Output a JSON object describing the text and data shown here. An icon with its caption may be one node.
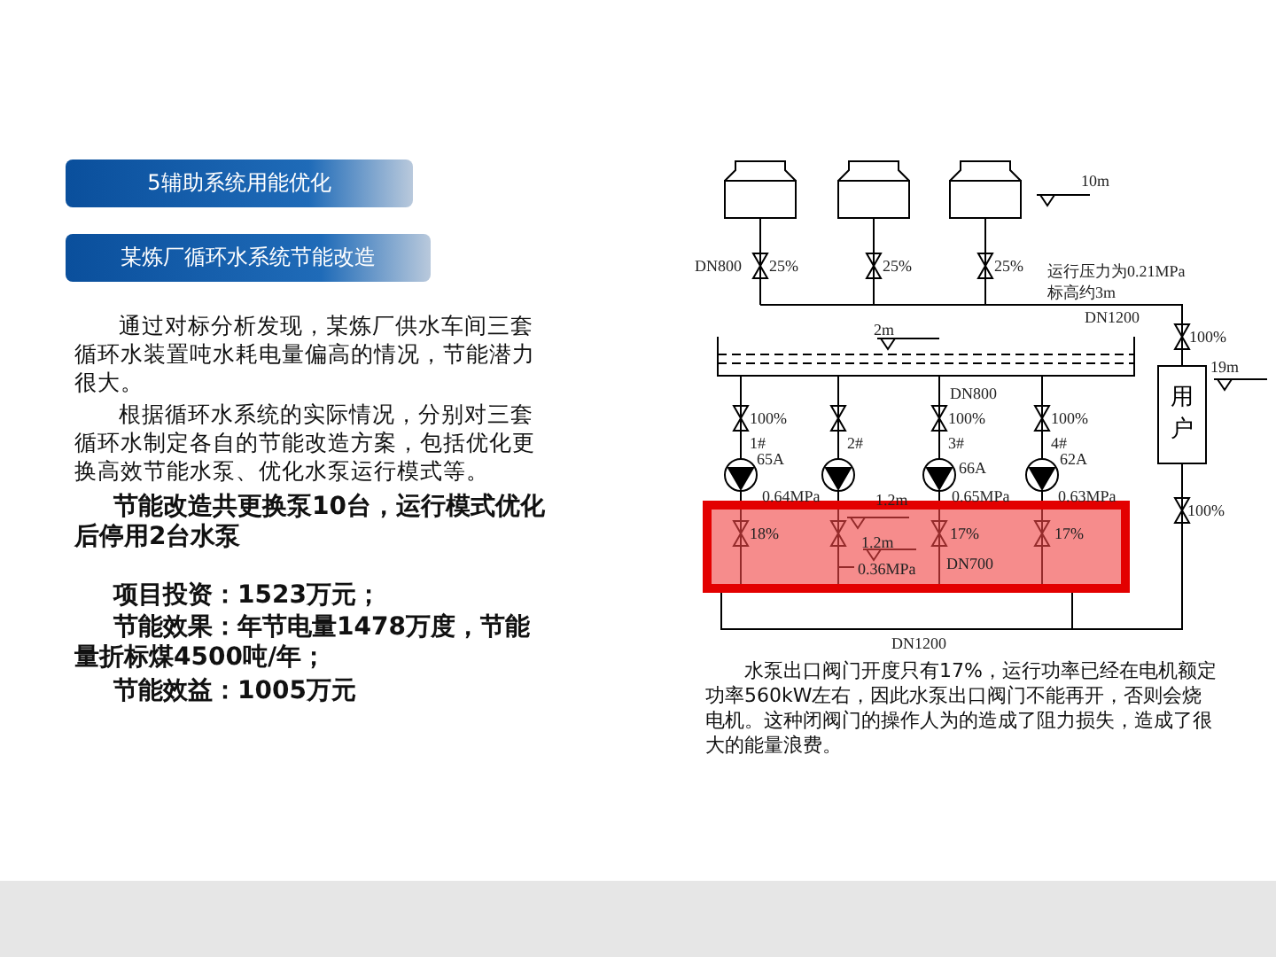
{
  "diagram": {
    "nodes": [
      {
        "text": [
          "5辅助系统用能优化"
        ]
      },
      {
        "text": [
          "某炼厂循环水系统节能改造"
        ]
      },
      {
        "text": [
          "用户"
        ]
      }
    ],
    "edges": [],
    "labels": [
      "通过对标分析发现，某炼厂供水车间三套循环水装置吨水耗电量偏高的情况，节能潜力很大。",
      "根据循环水系统的实际情况，分别对三套循环水制定各自的节能改造方案，包括优化更换高效节能水泵、优化水泵运行模式等。",
      "节能改造共更换泵10台，运行模式优化后停用2台水泵",
      "项目投资：1523万元；",
      "节能效果：年节电量1478万度，节能量折标煤4500吨/年；",
      "节能效益：1005万元",
      "10m",
      "DN800",
      "25%",
      "25%",
      "25%",
      "运行压力为0.21MPa",
      "标高约3m",
      "DN1200",
      "100%",
      "2m",
      "19m",
      "DN800",
      "100%",
      "100%",
      "100%",
      "1#",
      "65A",
      "2#",
      "3#",
      "66A",
      "4#",
      "62A",
      "0.64MPa",
      "1.2m",
      "0.65MPa",
      "0.63MPa",
      "18%",
      "1.2m",
      "17%",
      "17%",
      "100%",
      "0.36MPa",
      "DN700",
      "DN1200",
      "水泵出口阀门开度只有17%，运行功率已经在电机额定功率560kW左右，因此水泵出口阀门不能再开，否则会烧电机。这种闭阀门的操作人为的造成了阻力损失，造成了很大的能量浪费。"
    ]
  }
}
